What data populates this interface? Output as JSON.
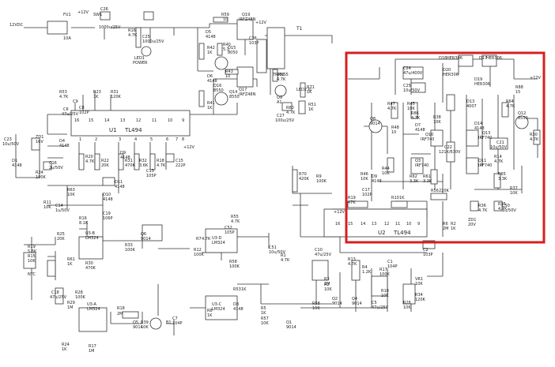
{
  "highlight_color": "#d42020",
  "ic": {
    "u1": {
      "name": "U1",
      "part": "TL494",
      "pins_top": [
        "16",
        "15",
        "14",
        "13",
        "12",
        "11",
        "10",
        "9"
      ],
      "pins_bottom": [
        "1",
        "2",
        "3",
        "4",
        "5",
        "6",
        "7",
        "8"
      ]
    },
    "u2": {
      "name": "U2",
      "part": "TL494",
      "pins_top": [
        "16",
        "15",
        "14",
        "13",
        "12",
        "11",
        "10",
        "9"
      ]
    },
    "u3a": {
      "name": "U3-A",
      "part": "LM324"
    },
    "u3b": {
      "name": "U3-B",
      "part": "LM324"
    },
    "u3c": {
      "name": "U3-C",
      "part": "LM324"
    },
    "u3d": {
      "name": "U3-D",
      "part": "LM324"
    }
  },
  "power": {
    "in_label": "12VDC",
    "vcc": "+12V"
  },
  "transformer": {
    "name": "T1",
    "label": "TRANS5"
  },
  "labels": [
    {
      "id": "fu1",
      "text": "FU1"
    },
    {
      "id": "fu1v",
      "text": "10A"
    },
    {
      "id": "sw1",
      "text": "SW1"
    },
    {
      "id": "c26",
      "text": "C26"
    },
    {
      "id": "c26v",
      "text": "1000u/25V"
    },
    {
      "id": "r16",
      "text": "R16"
    },
    {
      "id": "r16v",
      "text": "4.7K"
    },
    {
      "id": "c25",
      "text": "C25"
    },
    {
      "id": "c25v",
      "text": "1000u/25V"
    },
    {
      "id": "led1",
      "text": "LED1"
    },
    {
      "id": "led1v",
      "text": "POWER"
    },
    {
      "id": "r59",
      "text": "R59"
    },
    {
      "id": "r59v",
      "text": "10"
    },
    {
      "id": "q19",
      "text": "Q19"
    },
    {
      "id": "q19v",
      "text": "IRFZ48N"
    },
    {
      "id": "d5",
      "text": "D5"
    },
    {
      "id": "d5v",
      "text": "4148"
    },
    {
      "id": "q15",
      "text": "Q15"
    },
    {
      "id": "q15v",
      "text": "8050"
    },
    {
      "id": "c36",
      "text": "C36"
    },
    {
      "id": "c36v",
      "text": "103P"
    },
    {
      "id": "r42",
      "text": "R42"
    },
    {
      "id": "r42v",
      "text": "1K"
    },
    {
      "id": "r40",
      "text": "R40"
    },
    {
      "id": "r40v",
      "text": "5.1"
    },
    {
      "id": "r43",
      "text": "R43"
    },
    {
      "id": "r43v",
      "text": "10"
    },
    {
      "id": "q17",
      "text": "Q17"
    },
    {
      "id": "q17v",
      "text": "IRFZ48N"
    },
    {
      "id": "d6",
      "text": "D6"
    },
    {
      "id": "d6v",
      "text": "4148"
    },
    {
      "id": "q16",
      "text": "Q16"
    },
    {
      "id": "q16v",
      "text": "8550"
    },
    {
      "id": "q14",
      "text": "Q14"
    },
    {
      "id": "q14v",
      "text": "8550"
    },
    {
      "id": "r41",
      "text": "R41"
    },
    {
      "id": "r41v",
      "text": "1K"
    },
    {
      "id": "r52",
      "text": "R52"
    },
    {
      "id": "r52v",
      "text": "4.7K"
    },
    {
      "id": "r71",
      "text": "R71"
    },
    {
      "id": "r71v",
      "text": "1K"
    },
    {
      "id": "q9",
      "text": "Q9"
    },
    {
      "id": "q9v",
      "text": "A1"
    },
    {
      "id": "led2",
      "text": "LED2 红"
    },
    {
      "id": "c27",
      "text": "C27"
    },
    {
      "id": "c27v",
      "text": "100u/25V"
    },
    {
      "id": "r60",
      "text": "R60"
    },
    {
      "id": "r60v",
      "text": "4.7K"
    },
    {
      "id": "r51",
      "text": "R51"
    },
    {
      "id": "r51v",
      "text": "1K"
    },
    {
      "id": "r53",
      "text": "R53"
    },
    {
      "id": "r53v",
      "text": "4.7K"
    },
    {
      "id": "c9",
      "text": "C9"
    },
    {
      "id": "r23",
      "text": "R23"
    },
    {
      "id": "r23v",
      "text": "1K"
    },
    {
      "id": "c6",
      "text": "C6"
    },
    {
      "id": "c6v",
      "text": "47u/25V"
    },
    {
      "id": "r31",
      "text": "R31"
    },
    {
      "id": "r31v",
      "text": "120K"
    },
    {
      "id": "c8",
      "text": "C8"
    },
    {
      "id": "c8v",
      "text": "102P"
    },
    {
      "id": "c23",
      "text": "C23"
    },
    {
      "id": "c23v",
      "text": "10u/50V"
    },
    {
      "id": "zd1",
      "text": "ZD1"
    },
    {
      "id": "zd1v",
      "text": "16V"
    },
    {
      "id": "d4",
      "text": "D4"
    },
    {
      "id": "d4v",
      "text": "4148"
    },
    {
      "id": "d1",
      "text": "D1"
    },
    {
      "id": "d1v",
      "text": "4148"
    },
    {
      "id": "c16",
      "text": "C16"
    },
    {
      "id": "c16v",
      "text": "2u/50V"
    },
    {
      "id": "r24",
      "text": "R24"
    },
    {
      "id": "r24v",
      "text": "100K"
    },
    {
      "id": "r20",
      "text": "R20"
    },
    {
      "id": "r20v",
      "text": "4.7K"
    },
    {
      "id": "r22",
      "text": "R22"
    },
    {
      "id": "r22v",
      "text": "20K"
    },
    {
      "id": "r63",
      "text": "R63"
    },
    {
      "id": "r63v",
      "text": "10K"
    },
    {
      "id": "r11",
      "text": "R11"
    },
    {
      "id": "r11v",
      "text": "10K"
    },
    {
      "id": "c14",
      "text": "C14"
    },
    {
      "id": "c14v",
      "text": "1u/50V"
    },
    {
      "id": "r31b",
      "text": "R31"
    },
    {
      "id": "r31bv",
      "text": "470K"
    },
    {
      "id": "c15",
      "text": "C15"
    },
    {
      "id": "c15v",
      "text": "222P"
    },
    {
      "id": "r32",
      "text": "R32"
    },
    {
      "id": "r32v",
      "text": "3.6K"
    },
    {
      "id": "r18",
      "text": "R18"
    },
    {
      "id": "r18v",
      "text": "4.7K"
    },
    {
      "id": "d9",
      "text": "D9"
    },
    {
      "id": "d9v",
      "text": "4148"
    },
    {
      "id": "d11",
      "text": "D11"
    },
    {
      "id": "d11v",
      "text": "4148"
    },
    {
      "id": "d10",
      "text": "D10"
    },
    {
      "id": "d10v",
      "text": "4148"
    },
    {
      "id": "c13",
      "text": "C13"
    },
    {
      "id": "c13v",
      "text": "105P"
    },
    {
      "id": "r9",
      "text": "R9"
    },
    {
      "id": "r9v",
      "text": "100K"
    },
    {
      "id": "r70",
      "text": "R70"
    },
    {
      "id": "r70v",
      "text": "420K"
    },
    {
      "id": "r16b",
      "text": "R16"
    },
    {
      "id": "r16bv",
      "text": "8.1K"
    },
    {
      "id": "c19",
      "text": "C19"
    },
    {
      "id": "c19v",
      "text": "106P"
    },
    {
      "id": "r25",
      "text": "R25"
    },
    {
      "id": "r25v",
      "text": "20K"
    },
    {
      "id": "r33",
      "text": "R33"
    },
    {
      "id": "r33v",
      "text": "100K"
    },
    {
      "id": "q6",
      "text": "Q6"
    },
    {
      "id": "q6v",
      "text": "9014"
    },
    {
      "id": "r61",
      "text": "R61"
    },
    {
      "id": "r61v",
      "text": "1K"
    },
    {
      "id": "r30",
      "text": "R30"
    },
    {
      "id": "r30v",
      "text": "470K"
    },
    {
      "id": "r55",
      "text": "R55"
    },
    {
      "id": "r55v",
      "text": "4.7K"
    },
    {
      "id": "c52",
      "text": "C52"
    },
    {
      "id": "c52v",
      "text": "105P"
    },
    {
      "id": "r7",
      "text": "R7"
    },
    {
      "id": "r7v",
      "text": "4.7K"
    },
    {
      "id": "r12",
      "text": "R12"
    },
    {
      "id": "r12v",
      "text": "100K"
    },
    {
      "id": "r58",
      "text": "R58"
    },
    {
      "id": "r58v",
      "text": "100K"
    },
    {
      "id": "c51",
      "text": "C51"
    },
    {
      "id": "c51v",
      "text": "10u/50V"
    },
    {
      "id": "r1",
      "text": "R1"
    },
    {
      "id": "r1v",
      "text": "4.7K"
    },
    {
      "id": "r19",
      "text": "R19"
    },
    {
      "id": "r19v",
      "text": "5.6K"
    },
    {
      "id": "r15",
      "text": "R15"
    },
    {
      "id": "r15v",
      "text": "10K"
    },
    {
      "id": "ntc",
      "text": "NTC"
    },
    {
      "id": "r53b",
      "text": "R53"
    },
    {
      "id": "r53bv",
      "text": "1K"
    },
    {
      "id": "r5",
      "text": "R5"
    },
    {
      "id": "r5v",
      "text": "1K"
    },
    {
      "id": "d8",
      "text": "D8"
    },
    {
      "id": "d8v",
      "text": "4148"
    },
    {
      "id": "r57",
      "text": "R57"
    },
    {
      "id": "r57v",
      "text": "10K"
    },
    {
      "id": "c18",
      "text": "C18"
    },
    {
      "id": "c18v",
      "text": "47u/25V"
    },
    {
      "id": "r28",
      "text": "R28"
    },
    {
      "id": "r28v",
      "text": "100K"
    },
    {
      "id": "r29",
      "text": "R29"
    },
    {
      "id": "r29v",
      "text": "1M"
    },
    {
      "id": "r24b",
      "text": "R24"
    },
    {
      "id": "r24bv",
      "text": "1K"
    },
    {
      "id": "r17",
      "text": "R17"
    },
    {
      "id": "r17v",
      "text": "1M"
    },
    {
      "id": "r18b",
      "text": "R18"
    },
    {
      "id": "r18bv",
      "text": "2M"
    },
    {
      "id": "q5",
      "text": "Q5"
    },
    {
      "id": "q5v",
      "text": "9014"
    },
    {
      "id": "b1",
      "text": "B1"
    },
    {
      "id": "r39",
      "text": "R39"
    },
    {
      "id": "r39v",
      "text": "10K"
    },
    {
      "id": "c7",
      "text": "C7"
    },
    {
      "id": "c7v",
      "text": "104P"
    },
    {
      "id": "r8",
      "text": "R8"
    },
    {
      "id": "r8v",
      "text": "1K"
    },
    {
      "id": "r3",
      "text": "R3"
    },
    {
      "id": "r3v",
      "text": "2M"
    },
    {
      "id": "r2",
      "text": "R2"
    },
    {
      "id": "r2v",
      "text": "10K"
    },
    {
      "id": "c10",
      "text": "C10"
    },
    {
      "id": "c10v",
      "text": "47u/25V"
    },
    {
      "id": "r13",
      "text": "R13"
    },
    {
      "id": "r13v",
      "text": "4.7K"
    },
    {
      "id": "q2",
      "text": "Q2"
    },
    {
      "id": "q2v",
      "text": "9014"
    },
    {
      "id": "q1",
      "text": "Q1"
    },
    {
      "id": "q1v",
      "text": "9014"
    },
    {
      "id": "r58b",
      "text": "R58"
    },
    {
      "id": "r58bv",
      "text": "10K"
    },
    {
      "id": "q4",
      "text": "Q4"
    },
    {
      "id": "q4v",
      "text": "9014"
    },
    {
      "id": "c5",
      "text": "C5"
    },
    {
      "id": "c5v",
      "text": "47u/25V"
    },
    {
      "id": "r10",
      "text": "R10"
    },
    {
      "id": "r10v",
      "text": "10K"
    },
    {
      "id": "r4",
      "text": "R4"
    },
    {
      "id": "r4v",
      "text": "1.2K"
    },
    {
      "id": "r17b",
      "text": "R17"
    },
    {
      "id": "r17bv",
      "text": "100K"
    },
    {
      "id": "r26",
      "text": "R26"
    },
    {
      "id": "r26v",
      "text": "10K"
    },
    {
      "id": "c1",
      "text": "C1"
    },
    {
      "id": "c1v",
      "text": "104P"
    },
    {
      "id": "c2",
      "text": "C2"
    },
    {
      "id": "c2v",
      "text": "103P"
    },
    {
      "id": "vr1",
      "text": "VR1"
    },
    {
      "id": "vr1v",
      "text": "10K"
    },
    {
      "id": "r34",
      "text": "R34"
    },
    {
      "id": "r34v",
      "text": "120K"
    },
    {
      "id": "c17",
      "text": "C17"
    },
    {
      "id": "c17v",
      "text": "102P"
    },
    {
      "id": "r46",
      "text": "R46"
    },
    {
      "id": "r46v",
      "text": "10K"
    },
    {
      "id": "r10b",
      "text": "R10"
    },
    {
      "id": "r10bv",
      "text": "1K"
    },
    {
      "id": "r56",
      "text": "R56"
    },
    {
      "id": "r56v",
      "text": "220K"
    },
    {
      "id": "r6",
      "text": "R6"
    },
    {
      "id": "r6v",
      "text": "2M"
    },
    {
      "id": "r2b",
      "text": "R2"
    },
    {
      "id": "r2bv",
      "text": "1K"
    },
    {
      "id": "r36",
      "text": "R36"
    },
    {
      "id": "r36v",
      "text": "4.7K"
    },
    {
      "id": "c50",
      "text": "C50"
    },
    {
      "id": "c50v",
      "text": "1u/50V"
    },
    {
      "id": "zd1b",
      "text": "ZD1"
    },
    {
      "id": "zd1bv",
      "text": "20V"
    },
    {
      "id": "r37",
      "text": "R37"
    },
    {
      "id": "r37v",
      "text": "10K"
    },
    {
      "id": "c24",
      "text": "C24"
    },
    {
      "id": "c24v",
      "text": "47u/400V"
    },
    {
      "id": "c25b",
      "text": "C25"
    },
    {
      "id": "c25bv",
      "text": "10u/50V"
    },
    {
      "id": "d18",
      "text": "D18"
    },
    {
      "id": "d18v",
      "text": "HER306"
    },
    {
      "id": "d20",
      "text": "D20"
    },
    {
      "id": "d20v",
      "text": "HER306"
    },
    {
      "id": "d17",
      "text": "D17"
    },
    {
      "id": "d17v",
      "text": "HER306"
    },
    {
      "id": "d19",
      "text": "D19"
    },
    {
      "id": "d19v",
      "text": "HER306"
    },
    {
      "id": "d14",
      "text": "D14"
    },
    {
      "id": "d14v",
      "text": "4148"
    },
    {
      "id": "d13",
      "text": "D13"
    },
    {
      "id": "d13v",
      "text": "4007"
    },
    {
      "id": "r88",
      "text": "R88"
    },
    {
      "id": "r88v",
      "text": "15"
    },
    {
      "id": "r47",
      "text": "R47"
    },
    {
      "id": "r47v",
      "text": "4.7K"
    },
    {
      "id": "r45",
      "text": "R45"
    },
    {
      "id": "r45v",
      "text": "10K"
    },
    {
      "id": "r48",
      "text": "R48"
    },
    {
      "id": "r48v",
      "text": "10"
    },
    {
      "id": "q8",
      "text": "Q8"
    },
    {
      "id": "q8v",
      "text": "9014"
    },
    {
      "id": "d7",
      "text": "D7"
    },
    {
      "id": "d7v",
      "text": "4148"
    },
    {
      "id": "r86",
      "text": "R86"
    },
    {
      "id": "r86v",
      "text": "4.7K"
    },
    {
      "id": "q10",
      "text": "Q10"
    },
    {
      "id": "q10v",
      "text": "IRF740"
    },
    {
      "id": "r38",
      "text": "R38"
    },
    {
      "id": "r38v",
      "text": "10K"
    },
    {
      "id": "c22",
      "text": "C22"
    },
    {
      "id": "c22v",
      "text": "121K/630V"
    },
    {
      "id": "q13",
      "text": "Q13"
    },
    {
      "id": "q13v",
      "text": "IRF740"
    },
    {
      "id": "q11",
      "text": "Q11"
    },
    {
      "id": "q11v",
      "text": "IRF740"
    },
    {
      "id": "q12",
      "text": "Q12"
    },
    {
      "id": "q12v",
      "text": "8550"
    },
    {
      "id": "c21",
      "text": "C21"
    },
    {
      "id": "c21v",
      "text": "10u/50V"
    },
    {
      "id": "r14",
      "text": "R14"
    },
    {
      "id": "r14v",
      "text": "4.7K"
    },
    {
      "id": "r64",
      "text": "R64"
    },
    {
      "id": "r64v",
      "text": "4.7K"
    },
    {
      "id": "r30b",
      "text": "R30"
    },
    {
      "id": "r30bv",
      "text": "4.7K"
    },
    {
      "id": "q3",
      "text": "Q3"
    },
    {
      "id": "q3v",
      "text": "IRF740"
    },
    {
      "id": "d9b",
      "text": "D9"
    },
    {
      "id": "d9bv",
      "text": "4148"
    },
    {
      "id": "r62",
      "text": "R62"
    },
    {
      "id": "r62v",
      "text": "3.3K"
    },
    {
      "id": "r61b",
      "text": "R61"
    },
    {
      "id": "r61bv",
      "text": "3.3K"
    },
    {
      "id": "r44",
      "text": "R44"
    },
    {
      "id": "r44v",
      "text": "10K"
    },
    {
      "id": "r65",
      "text": "R65"
    },
    {
      "id": "r65v",
      "text": "3.3K"
    },
    {
      "id": "r35",
      "text": "R35"
    },
    {
      "id": "r35v",
      "text": "4.7K"
    },
    {
      "id": "r19b",
      "text": "R19"
    },
    {
      "id": "r19bv",
      "text": "47K"
    }
  ]
}
